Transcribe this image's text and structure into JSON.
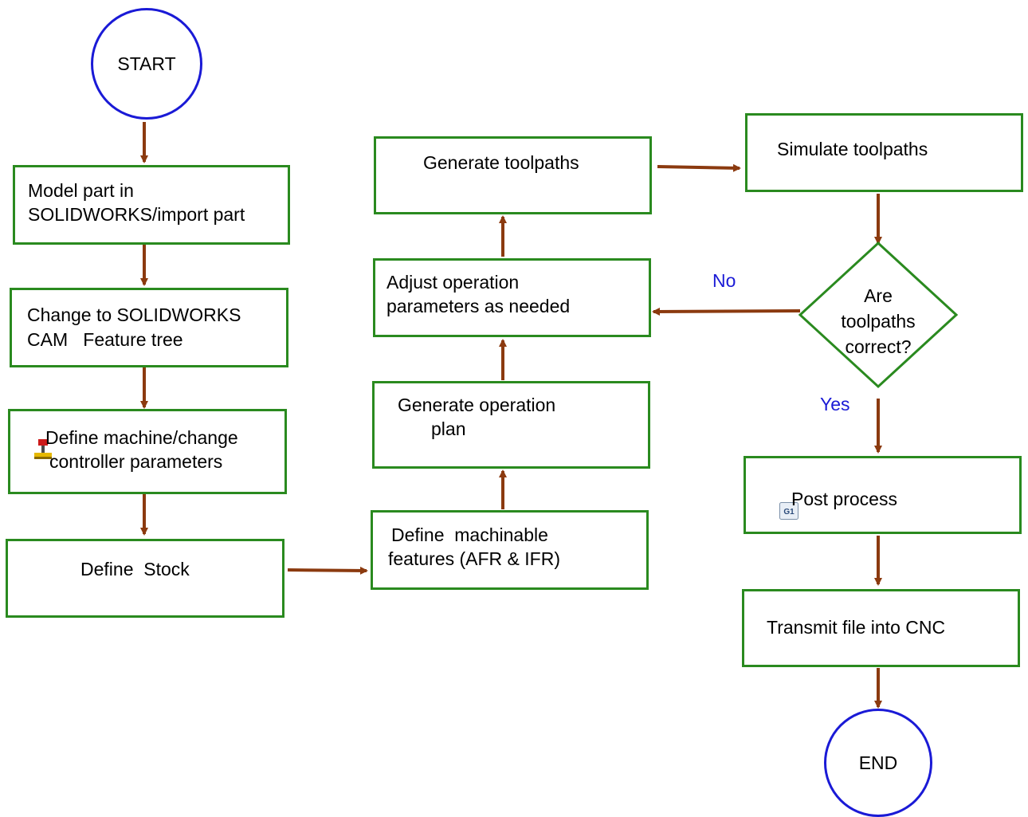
{
  "colors": {
    "box_border": "#2a8a1f",
    "circle_border": "#1a1ad6",
    "arrow": "#8b3a0f",
    "label": "#1a1ad6"
  },
  "nodes": {
    "start": "START",
    "model_line1": "Model part in",
    "model_line2": "SOLIDWORKS/import part",
    "change_line1": "Change to SOLIDWORKS",
    "change_line2": "CAM   Feature tree",
    "machine_line1": "Define machine/change",
    "machine_line2": "controller parameters",
    "stock": "Define  Stock",
    "features_line1": "Define  machinable",
    "features_line2": "features (AFR & IFR)",
    "opplan_line1": "Generate operation",
    "opplan_line2": "plan",
    "adjust_line1": "Adjust operation",
    "adjust_line2": "parameters as needed",
    "generate": "Generate toolpaths",
    "simulate": "Simulate toolpaths",
    "decision_line1": "Are",
    "decision_line2": "toolpaths",
    "decision_line3": "correct?",
    "post": "Post process",
    "transmit": "Transmit file into CNC",
    "end": "END"
  },
  "edge_labels": {
    "no": "No",
    "yes": "Yes"
  },
  "icons": {
    "machine": "machine-icon",
    "post": "g1-icon",
    "post_icon_text": "G1"
  }
}
